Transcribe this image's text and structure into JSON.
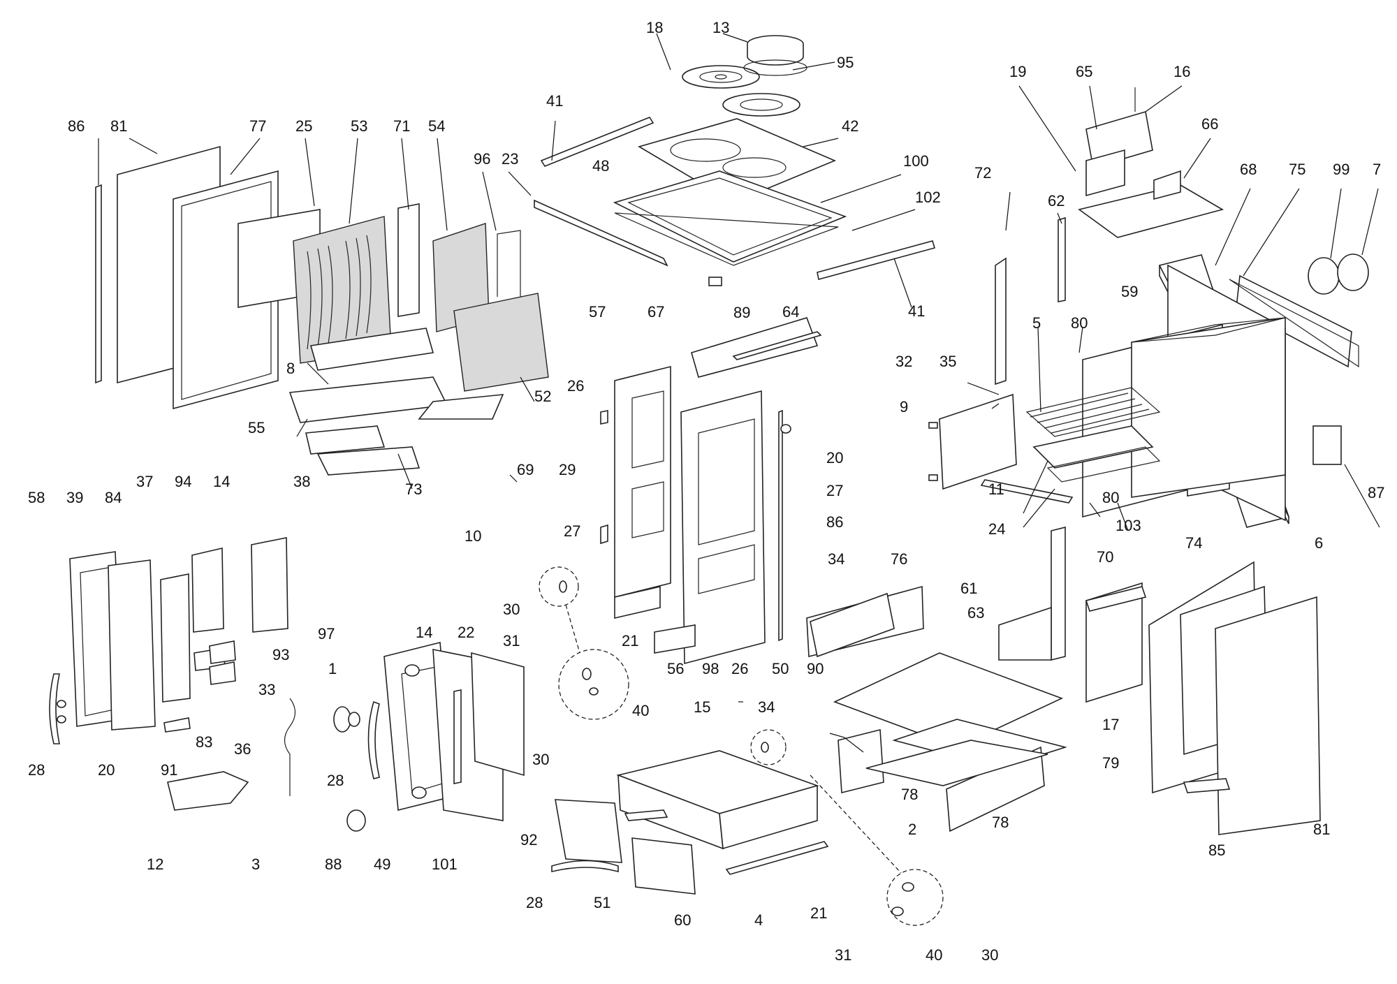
{
  "diagram": {
    "part_labels": [
      "86",
      "81",
      "77",
      "25",
      "53",
      "71",
      "54",
      "96",
      "23",
      "41",
      "48",
      "18",
      "13",
      "95",
      "42",
      "100",
      "102",
      "41",
      "19",
      "65",
      "16",
      "66",
      "68",
      "75",
      "99",
      "7",
      "72",
      "62",
      "35",
      "9",
      "5",
      "80",
      "59",
      "11",
      "24",
      "103",
      "80",
      "87",
      "8",
      "55",
      "52",
      "69",
      "73",
      "57",
      "67",
      "64",
      "32",
      "26",
      "29",
      "20",
      "27",
      "27",
      "86",
      "89",
      "58",
      "39",
      "84",
      "37",
      "94",
      "14",
      "38",
      "97",
      "10",
      "93",
      "33",
      "36",
      "83",
      "91",
      "20",
      "28",
      "12",
      "3",
      "88",
      "1",
      "28",
      "49",
      "101",
      "14",
      "22",
      "92",
      "30",
      "31",
      "21",
      "40",
      "30",
      "56",
      "98",
      "26",
      "50",
      "34",
      "76",
      "90",
      "34",
      "61",
      "63",
      "70",
      "74",
      "6",
      "17",
      "79",
      "78",
      "78",
      "85",
      "81",
      "15",
      "60",
      "4",
      "28",
      "51",
      "2",
      "21",
      "31",
      "40",
      "30"
    ]
  }
}
